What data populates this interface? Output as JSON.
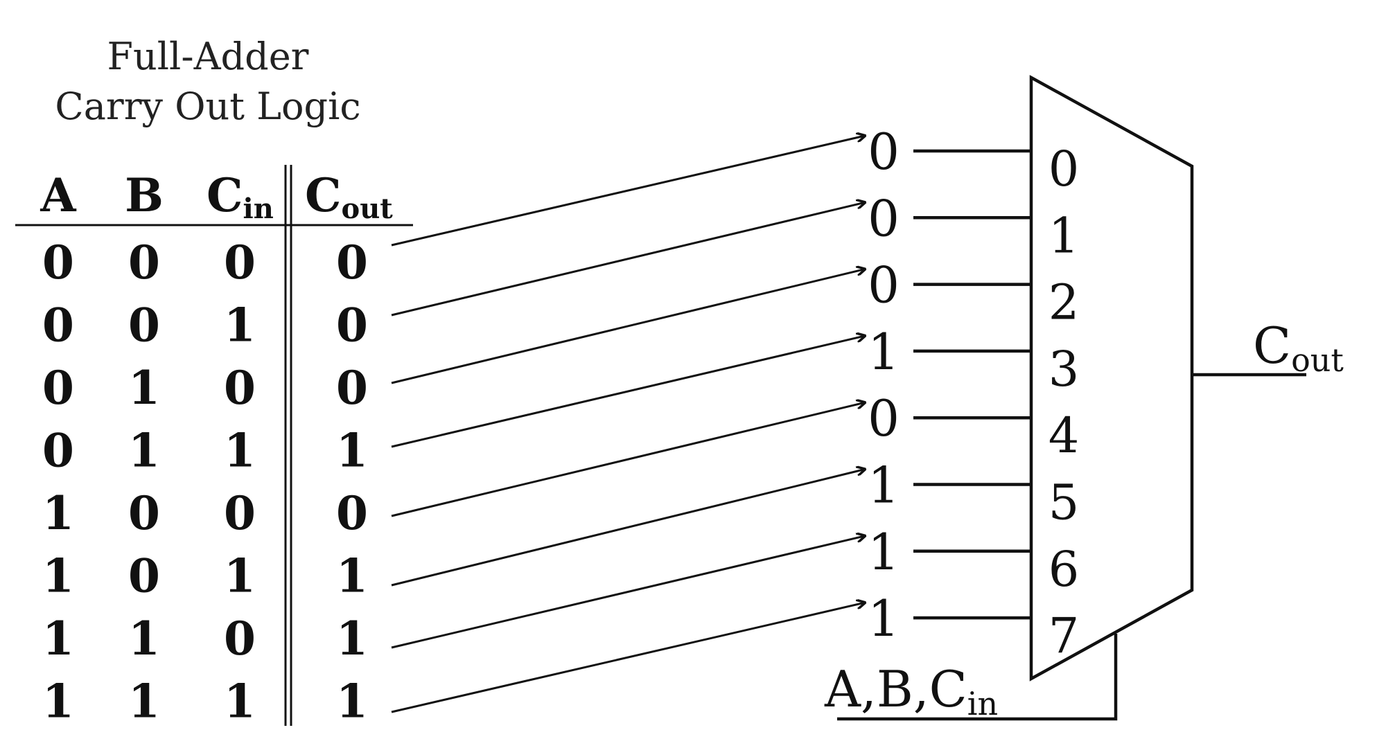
{
  "title": {
    "line1": "Full-Adder",
    "line2": "Carry Out Logic"
  },
  "table": {
    "headers": [
      {
        "main": "A",
        "sub": ""
      },
      {
        "main": "B",
        "sub": ""
      },
      {
        "main": "C",
        "sub": "in"
      },
      {
        "main": "C",
        "sub": "out"
      }
    ],
    "rows": [
      [
        "0",
        "0",
        "0",
        "0"
      ],
      [
        "0",
        "0",
        "1",
        "0"
      ],
      [
        "0",
        "1",
        "0",
        "0"
      ],
      [
        "0",
        "1",
        "1",
        "1"
      ],
      [
        "1",
        "0",
        "0",
        "0"
      ],
      [
        "1",
        "0",
        "1",
        "1"
      ],
      [
        "1",
        "1",
        "0",
        "1"
      ],
      [
        "1",
        "1",
        "1",
        "1"
      ]
    ]
  },
  "mux": {
    "input_values": [
      "0",
      "0",
      "0",
      "1",
      "0",
      "1",
      "1",
      "1"
    ],
    "port_labels": [
      "0",
      "1",
      "2",
      "3",
      "4",
      "5",
      "6",
      "7"
    ],
    "output_label": {
      "main": "C",
      "sub": "out"
    },
    "select_label": {
      "main": "A,B,C",
      "sub": "in"
    }
  }
}
